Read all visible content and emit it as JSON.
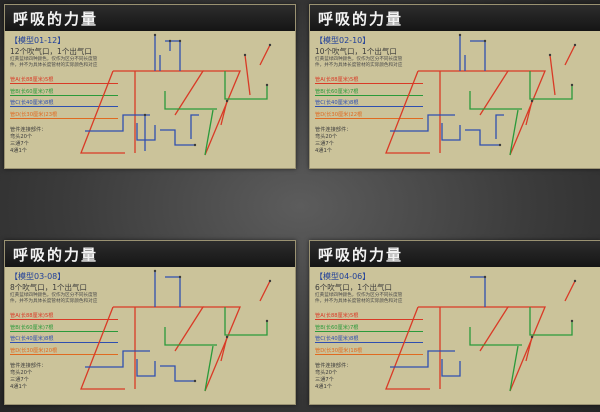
{
  "cards": [
    {
      "title": "呼吸的力量",
      "model": "【模型01-12】",
      "blow": "12个吹气口，1个出气口",
      "desc": "红黄蓝绿四种颜色，仅作为区分不同长度管件，并不为具体长度管材的实际颜色和对应",
      "legend": [
        "管A(长88厘米)5根",
        "管B(长60厘米)7根",
        "管C(长40厘米)8根",
        "管D(长30厘米)23根"
      ],
      "connectors": [
        "管件连接部件：",
        "弯头20个",
        "三通7个",
        "4通1个"
      ]
    },
    {
      "title": "呼吸的力量",
      "model": "【模型02-10】",
      "blow": "10个吹气口，1个出气口",
      "desc": "红黄蓝绿四种颜色，仅作为区分不同长度管件，并不为具体长度管材的实际颜色和对应",
      "legend": [
        "管A(长88厘米)5根",
        "管B(长60厘米)7根",
        "管C(长40厘米)8根",
        "管D(长30厘米)22根"
      ],
      "connectors": [
        "管件连接部件：",
        "弯头20个",
        "三通7个",
        "4通1个"
      ]
    },
    {
      "title": "呼吸的力量",
      "model": "【模型03-08】",
      "blow": "8个吹气口，1个出气口",
      "desc": "红黄蓝绿四种颜色，仅作为区分不同长度管件，并不为具体长度管材的实际颜色和对应",
      "legend": [
        "管A(长88厘米)5根",
        "管B(长60厘米)7根",
        "管C(长40厘米)8根",
        "管D(长30厘米)20根"
      ],
      "connectors": [
        "管件连接部件：",
        "弯头20个",
        "三通7个",
        "4通1个"
      ]
    },
    {
      "title": "呼吸的力量",
      "model": "【模型04-06】",
      "blow": "6个吹气口，1个出气口",
      "desc": "红黄蓝绿四种颜色，仅作为区分不同长度管件，并不为具体长度管材的实际颜色和对应",
      "legend": [
        "管A(长88厘米)5根",
        "管B(长60厘米)7根",
        "管C(长40厘米)8根",
        "管D(长30厘米)18根"
      ],
      "connectors": [
        "管件连接部件：",
        "弯头20个",
        "三通7个",
        "4通1个"
      ]
    }
  ],
  "colors": {
    "pipe_a": "#d93a26",
    "pipe_b": "#2a9a3a",
    "pipe_c": "#2f4fb0",
    "pipe_d": "#e06a20",
    "card_bg": "#cbc39a",
    "title_bar": "#1c1c1c",
    "model_text": "#1f3f9a"
  }
}
